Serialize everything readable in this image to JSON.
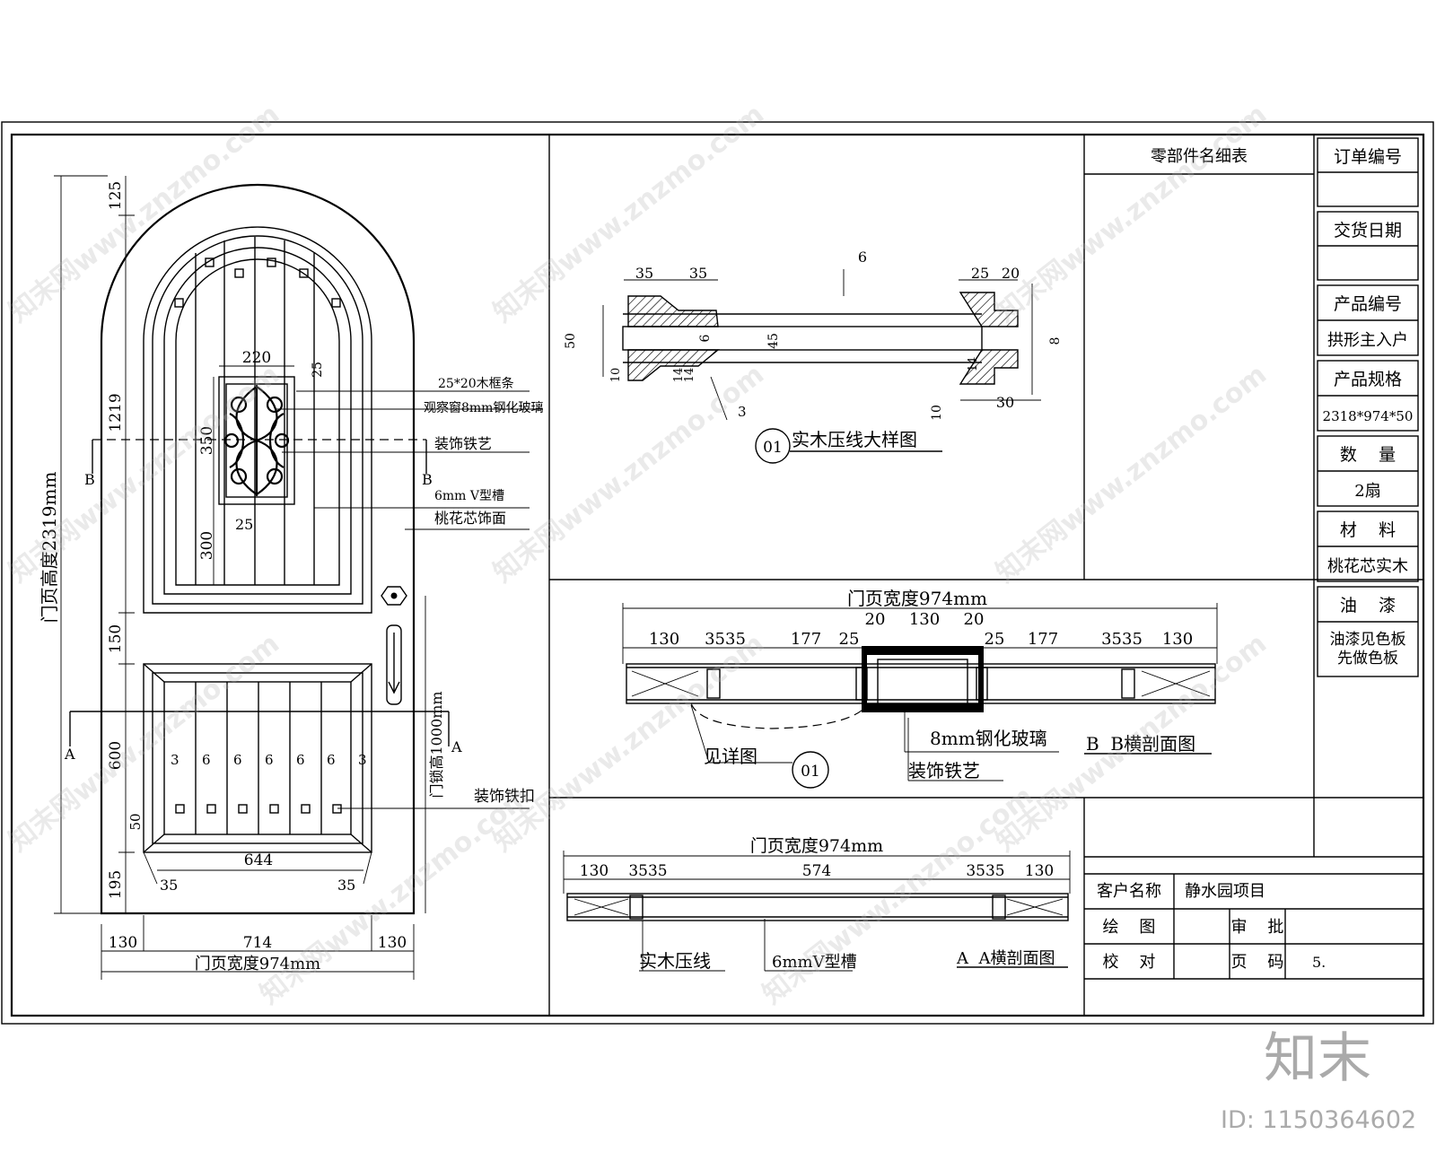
{
  "watermark": "知末网www.znzmo.com",
  "brand": {
    "logo_text": "知末",
    "id_text": "ID: 1150364602"
  },
  "elevation": {
    "dims": {
      "top": "125",
      "lock_upper": "1219",
      "height_total": "门页高度2319mm",
      "mid_gap": "150",
      "lower": "600",
      "bottom": "195",
      "lock_height": "门锁高1000mm",
      "glass_w": "220",
      "glass_h": "350",
      "glass_bot": "300",
      "small_25a": "25",
      "small_25b": "25",
      "w644": "644",
      "d35a": "35",
      "d35b": "35",
      "d50": "50",
      "w130a": "130",
      "w714": "714",
      "w130b": "130",
      "width_total": "门页宽度974mm"
    },
    "grooves": [
      "3",
      "6",
      "6",
      "6",
      "6",
      "6",
      "3"
    ],
    "section_marks": {
      "A_left": "A",
      "A_right": "A",
      "B_left": "B",
      "B_right": "B"
    },
    "callouts": [
      "25*20木框条",
      "观察窗8mm钢化玻璃",
      "装饰铁艺",
      "6mm V型槽",
      "桃花芯饰面",
      "装饰铁扣"
    ]
  },
  "detail01": {
    "title": "实木压线大样图",
    "marker": "01",
    "dims": [
      "35",
      "35",
      "6",
      "25",
      "20",
      "50",
      "6",
      "45",
      "8",
      "10",
      "14",
      "14",
      "14",
      "3",
      "10",
      "30"
    ]
  },
  "section_bb": {
    "title": "B  B横剖面图",
    "width": "门页宽度974mm",
    "dims_top": [
      "20",
      "130",
      "20"
    ],
    "dims_row": [
      "130",
      "3535",
      "177",
      "25",
      "25",
      "177",
      "3535",
      "130"
    ],
    "labels": {
      "glass": "8mm钢化玻璃",
      "iron": "装饰铁艺",
      "see_detail": "见详图",
      "marker": "01"
    }
  },
  "section_aa": {
    "title": "A  A横剖面图",
    "width": "门页宽度974mm",
    "dims_row": [
      "130",
      "3535",
      "574",
      "3535",
      "130"
    ],
    "labels": {
      "molding": "实木压线",
      "groove": "6mmV型槽"
    }
  },
  "parts_table": {
    "title": "零部件名细表"
  },
  "info_panel": [
    {
      "label": "订单编号",
      "value": ""
    },
    {
      "label": "交货日期",
      "value": ""
    },
    {
      "label": "产品编号",
      "value": "拱形主入户"
    },
    {
      "label": "产品规格",
      "value": "2318*974*50"
    },
    {
      "label": "数    量",
      "value": "2扇"
    },
    {
      "label": "材    料",
      "value": "桃花芯实木"
    },
    {
      "label": "油    漆",
      "value": "油漆见色板\n先做色板"
    }
  ],
  "title_block": {
    "client_label": "客户名称",
    "client_value": "静水园项目",
    "draw_label": "绘    图",
    "check_label": "校    对",
    "review_label": "审    批",
    "page_label": "页    码",
    "page_value": "5."
  }
}
